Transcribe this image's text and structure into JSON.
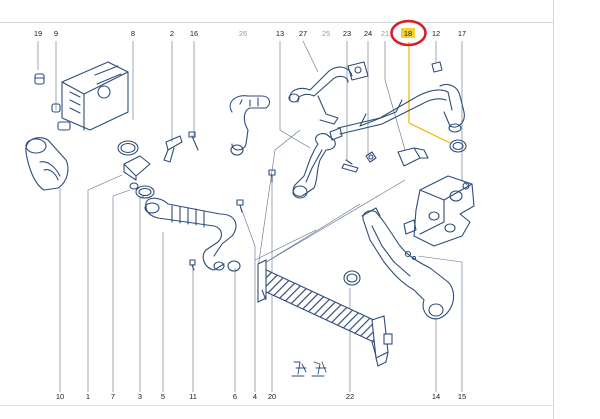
{
  "diagram": {
    "callouts_top": [
      {
        "text": "19",
        "muted": false
      },
      {
        "text": "9",
        "muted": false
      },
      {
        "text": "8",
        "muted": false
      },
      {
        "text": "2",
        "muted": false
      },
      {
        "text": "16",
        "muted": false
      },
      {
        "text": "26",
        "muted": true
      },
      {
        "text": "13",
        "muted": false
      },
      {
        "text": "27",
        "muted": false
      },
      {
        "text": "25",
        "muted": true
      },
      {
        "text": "23",
        "muted": false
      },
      {
        "text": "24",
        "muted": false
      },
      {
        "text": "21",
        "muted": true
      },
      {
        "text": "18",
        "muted": false,
        "highlighted": true
      },
      {
        "text": "12",
        "muted": false
      },
      {
        "text": "17",
        "muted": false
      }
    ],
    "callouts_bottom": [
      {
        "text": "10"
      },
      {
        "text": "1"
      },
      {
        "text": "7"
      },
      {
        "text": "3"
      },
      {
        "text": "5"
      },
      {
        "text": "11"
      },
      {
        "text": "6"
      },
      {
        "text": "4"
      },
      {
        "text": "20"
      },
      {
        "text": "22"
      },
      {
        "text": "14"
      },
      {
        "text": "15"
      }
    ],
    "colors": {
      "line_art": "#2f4d78",
      "leader": "#5a6e8a",
      "highlight_box": "#f2d230",
      "highlight_leader": "#f0b400",
      "highlight_ring": "#d81f26"
    }
  }
}
